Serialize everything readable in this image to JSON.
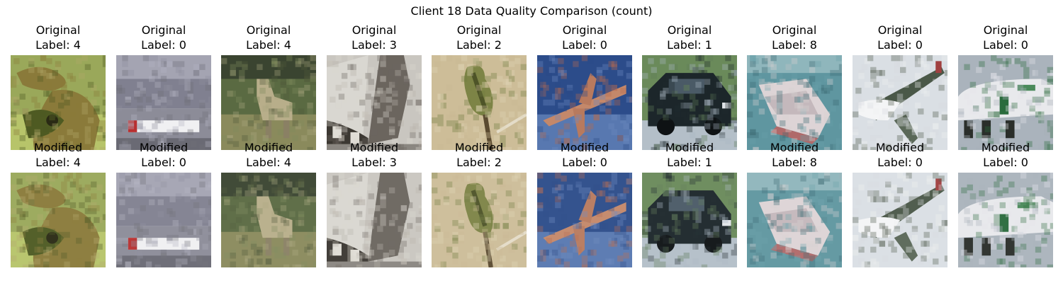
{
  "figure": {
    "title": "Client 18 Data Quality Comparison (count)"
  },
  "rows": [
    {
      "name": "original",
      "items": [
        {
          "line1": "Original",
          "line2": "Label: 4",
          "subject": "deer-closeup",
          "colors": [
            "#8a7a3a",
            "#4e5a22",
            "#b3a96a"
          ]
        },
        {
          "line1": "Original",
          "line2": "Label: 0",
          "subject": "airplane-on-tarmac",
          "colors": [
            "#8f8f9e",
            "#6f6f78",
            "#b5b5c2"
          ]
        },
        {
          "line1": "Original",
          "line2": "Label: 4",
          "subject": "deer-in-grass",
          "colors": [
            "#4f5a3a",
            "#7d8a5c",
            "#a9a57d"
          ]
        },
        {
          "line1": "Original",
          "line2": "Label: 3",
          "subject": "cat",
          "colors": [
            "#b6b2aa",
            "#6d6760",
            "#d9d6cf"
          ]
        },
        {
          "line1": "Original",
          "line2": "Label: 2",
          "subject": "bird-on-branch",
          "colors": [
            "#c9b893",
            "#6f7a3e",
            "#e0d3b4"
          ]
        },
        {
          "line1": "Original",
          "line2": "Label: 0",
          "subject": "airplane-over-sea",
          "colors": [
            "#2a4a86",
            "#6c8ac0",
            "#b86a4e"
          ]
        },
        {
          "line1": "Original",
          "line2": "Label: 1",
          "subject": "black-car",
          "colors": [
            "#1f2a2f",
            "#5f7a5a",
            "#a9b7c2"
          ]
        },
        {
          "line1": "Original",
          "line2": "Label: 8",
          "subject": "ship",
          "colors": [
            "#6aa0a8",
            "#d8d0d2",
            "#3d6b72"
          ]
        },
        {
          "line1": "Original",
          "line2": "Label: 0",
          "subject": "airplane-in-sky",
          "colors": [
            "#d6dbe0",
            "#4d5a4a",
            "#eef0f2"
          ]
        },
        {
          "line1": "Original",
          "line2": "Label: 0",
          "subject": "green-airplane",
          "colors": [
            "#a9b2bb",
            "#e5e6ea",
            "#2a6b3d"
          ]
        }
      ]
    },
    {
      "name": "modified",
      "items": [
        {
          "line1": "Modified",
          "line2": "Label: 4",
          "subject": "deer-closeup",
          "colors": [
            "#8a7a3a",
            "#4e5a22",
            "#b3a96a"
          ]
        },
        {
          "line1": "Modified",
          "line2": "Label: 0",
          "subject": "airplane-on-tarmac",
          "colors": [
            "#8f8f9e",
            "#6f6f78",
            "#b5b5c2"
          ]
        },
        {
          "line1": "Modified",
          "line2": "Label: 4",
          "subject": "deer-in-grass",
          "colors": [
            "#4f5a3a",
            "#7d8a5c",
            "#a9a57d"
          ]
        },
        {
          "line1": "Modified",
          "line2": "Label: 3",
          "subject": "cat",
          "colors": [
            "#b6b2aa",
            "#6d6760",
            "#d9d6cf"
          ]
        },
        {
          "line1": "Modified",
          "line2": "Label: 2",
          "subject": "bird-on-branch",
          "colors": [
            "#c9b893",
            "#6f7a3e",
            "#e0d3b4"
          ]
        },
        {
          "line1": "Modified",
          "line2": "Label: 0",
          "subject": "airplane-over-sea",
          "colors": [
            "#2a4a86",
            "#6c8ac0",
            "#b86a4e"
          ]
        },
        {
          "line1": "Modified",
          "line2": "Label: 1",
          "subject": "black-car",
          "colors": [
            "#1f2a2f",
            "#5f7a5a",
            "#a9b7c2"
          ]
        },
        {
          "line1": "Modified",
          "line2": "Label: 8",
          "subject": "ship",
          "colors": [
            "#6aa0a8",
            "#d8d0d2",
            "#3d6b72"
          ]
        },
        {
          "line1": "Modified",
          "line2": "Label: 0",
          "subject": "airplane-in-sky",
          "colors": [
            "#d6dbe0",
            "#4d5a4a",
            "#eef0f2"
          ]
        },
        {
          "line1": "Modified",
          "line2": "Label: 0",
          "subject": "green-airplane",
          "colors": [
            "#a9b2bb",
            "#e5e6ea",
            "#2a6b3d"
          ]
        }
      ]
    }
  ]
}
